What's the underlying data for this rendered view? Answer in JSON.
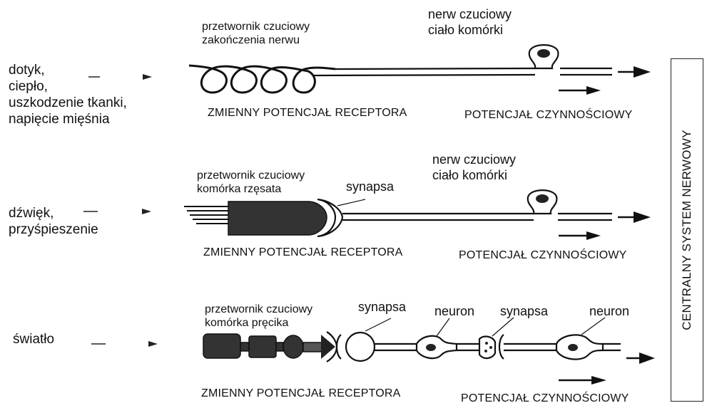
{
  "row1": {
    "stimulus": [
      "dotyk,",
      "ciepło,",
      "uszkodzenie tkanki,",
      "napięcie mięśnia"
    ],
    "transducer": [
      "przetwornik czuciowy",
      "zakończenia nerwu"
    ],
    "nerve": [
      "nerw czuciowy",
      "ciało komórki"
    ],
    "receptor_potential": "ZMIENNY POTENCJAŁ RECEPTORA",
    "action_potential": "POTENCJAŁ CZYNNOŚCIOWY"
  },
  "row2": {
    "stimulus": [
      "dźwięk,",
      "przyśpieszenie"
    ],
    "transducer": [
      "przetwornik czuciowy",
      "komórka rzęsata"
    ],
    "synapse": "synapsa",
    "nerve": [
      "nerw czuciowy",
      "ciało komórki"
    ],
    "receptor_potential": "ZMIENNY POTENCJAŁ RECEPTORA",
    "action_potential": "POTENCJAŁ CZYNNOŚCIOWY"
  },
  "row3": {
    "stimulus": [
      "światło"
    ],
    "transducer": [
      "przetwornik czuciowy",
      "komórka pręcika"
    ],
    "synapse1": "synapsa",
    "neuron1": "neuron",
    "synapse2": "synapsa",
    "neuron2": "neuron",
    "receptor_potential": "ZMIENNY POTENCJAŁ RECEPTORA",
    "action_potential": "POTENCJAŁ CZYNNOŚCIOWY"
  },
  "cns_label": "CENTRALNY SYSTEM NERWOWY"
}
